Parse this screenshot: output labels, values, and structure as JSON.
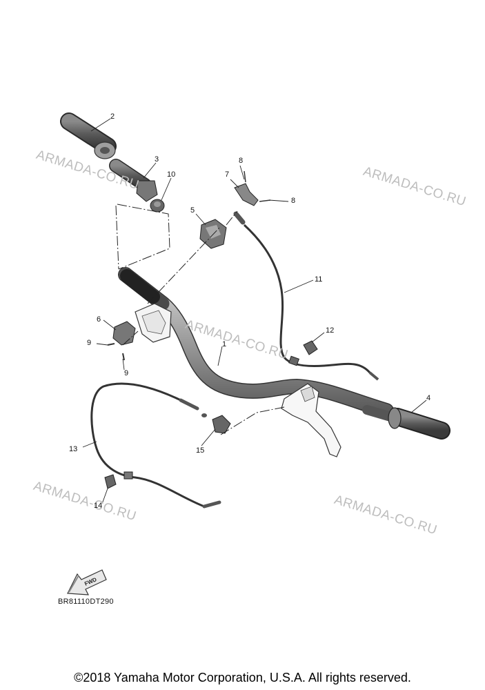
{
  "watermark": "ARMADA-CO.RU",
  "callouts": {
    "c1": "1",
    "c2": "2",
    "c3": "3",
    "c4": "4",
    "c5": "5",
    "c6": "6",
    "c7": "7",
    "c8a": "8",
    "c8b": "8",
    "c9a": "9",
    "c9b": "9",
    "c10": "10",
    "c11": "11",
    "c12": "12",
    "c13": "13",
    "c14": "14",
    "c15": "15"
  },
  "fwd_label": "FWD",
  "diagram_code": "BR81110DT290",
  "copyright": "©2018 Yamaha Motor Corporation, U.S.A. All rights reserved."
}
